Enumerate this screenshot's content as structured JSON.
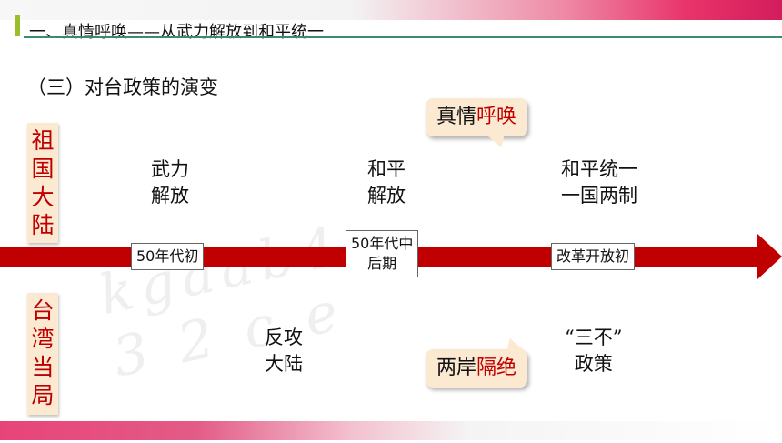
{
  "header": {
    "title": "一、真情呼唤——从武力解放到和平统一"
  },
  "section": {
    "title": "（三）对台政策的演变"
  },
  "side_labels": {
    "mainland": "祖国大陆",
    "taiwan": "台湾当局"
  },
  "callouts": {
    "top": {
      "plain": "真情",
      "highlight": "呼唤"
    },
    "bottom": {
      "plain": "两岸",
      "highlight": "隔绝"
    }
  },
  "mainland_policies": [
    {
      "line1": "武力",
      "line2": "解放"
    },
    {
      "line1": "和平",
      "line2": "解放"
    },
    {
      "line1": "和平统一",
      "line2": "一国两制"
    }
  ],
  "periods": [
    {
      "line1": "50年代初"
    },
    {
      "line1": "50年代中",
      "line2": "后期"
    },
    {
      "line1": "改革开放初"
    }
  ],
  "taiwan_policies": [
    {
      "line1": "反攻",
      "line2": "大陆"
    },
    {
      "line1": "“三不”",
      "line2": "政策"
    }
  ],
  "colors": {
    "arrow": "#c00000",
    "label_bg": "#fbe9d2",
    "highlight": "#c00000",
    "accent_green": "#9bbf2a",
    "accent_pink": "#e8336a"
  }
}
